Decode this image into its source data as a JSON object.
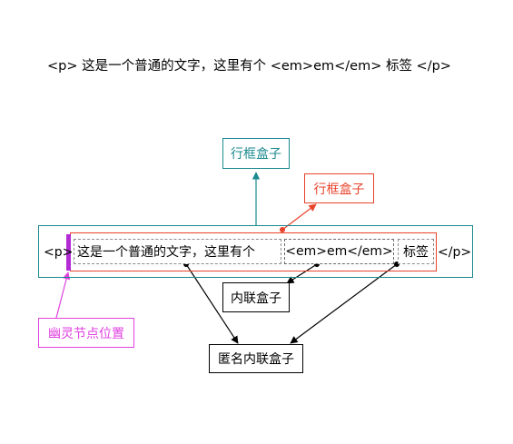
{
  "code_line": "<p> 这是一个普通的文字，这里有个 <em>em</em> 标签 </p>",
  "colors": {
    "line_box": "#1a8a8f",
    "inline_box": "#e8432b",
    "ghost": "#e040e0",
    "ghost_bar": "#b32bd4",
    "dash": "#8a8a8a",
    "arrow": "#000000"
  },
  "diagram": {
    "p_open": "<p>",
    "text_anon": "这是一个普通的文字，这里有个",
    "em_tag": "<em>em</em>",
    "text_tail": "标签",
    "p_close": "</p>"
  },
  "labels": {
    "line_box_top": "行框盒子",
    "line_box_inner": "行框盒子",
    "inline_box": "内联盒子",
    "anon_inline_box": "匿名内联盒子",
    "ghost_node": "幽灵节点位置"
  }
}
